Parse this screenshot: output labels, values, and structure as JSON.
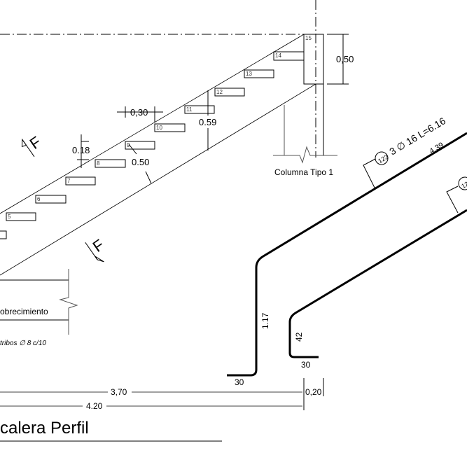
{
  "drawing": {
    "title": "calera Perfil",
    "colors": {
      "line": "#000000",
      "background": "#ffffff",
      "secondary_line": "#555555"
    },
    "steps": [
      "5",
      "6",
      "7",
      "8",
      "9",
      "10",
      "11",
      "12",
      "13",
      "14",
      "15"
    ],
    "dimensions": {
      "tread": "0,30",
      "riser": "0.18",
      "slab_thickness": "0.50",
      "slab_vertical": "0.59",
      "landing_height": "0,50",
      "length_a": "3,70",
      "length_b": "4.20",
      "length_c": "0,20"
    },
    "labels": {
      "column": "Columna Tipo 1",
      "cover": "obrecimiento",
      "stirrups": "tribos ∅ 8 c/10",
      "section_mark": "F"
    },
    "rebar": {
      "mark_1": "123",
      "spec_1": "3 ∅ 16 L=6.16",
      "length_1": "4.39",
      "vertical_1": "1.17",
      "hook_1": "30",
      "mark_2": "12",
      "vertical_2": "42",
      "hook_2": "30"
    }
  }
}
